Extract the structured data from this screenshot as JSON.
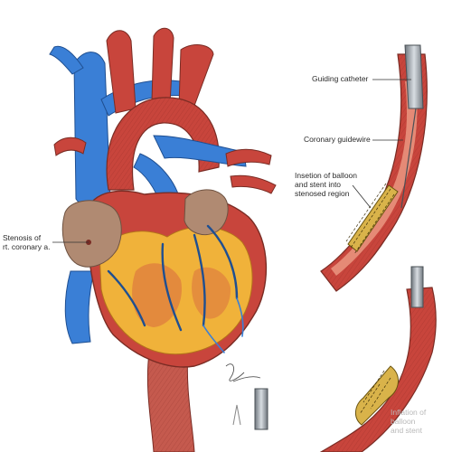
{
  "labels": {
    "guiding_catheter": "Guiding catheter",
    "coronary_guidewire": "Coronary guidewire",
    "insertion": "Insetion of balloon\nand stent into\nstenosed region",
    "stenosis": "Stenosis of\nrt. coronary a.",
    "inflation": "Inflation of balloon\nand stent"
  },
  "colors": {
    "artery_red": "#c8453c",
    "artery_dark": "#8e2a24",
    "vein_blue": "#3a7fd6",
    "fat_yellow": "#f0b23a",
    "atrium_tan": "#b08a72",
    "catheter_gray": "#9aa0a6",
    "stent_gold": "#d9b34a"
  },
  "icons": {
    "heart": "heart-illustration",
    "artery": "artery-cross-section",
    "catheter": "catheter-tip",
    "stent": "stent-mesh",
    "signature": "artist-signature"
  }
}
